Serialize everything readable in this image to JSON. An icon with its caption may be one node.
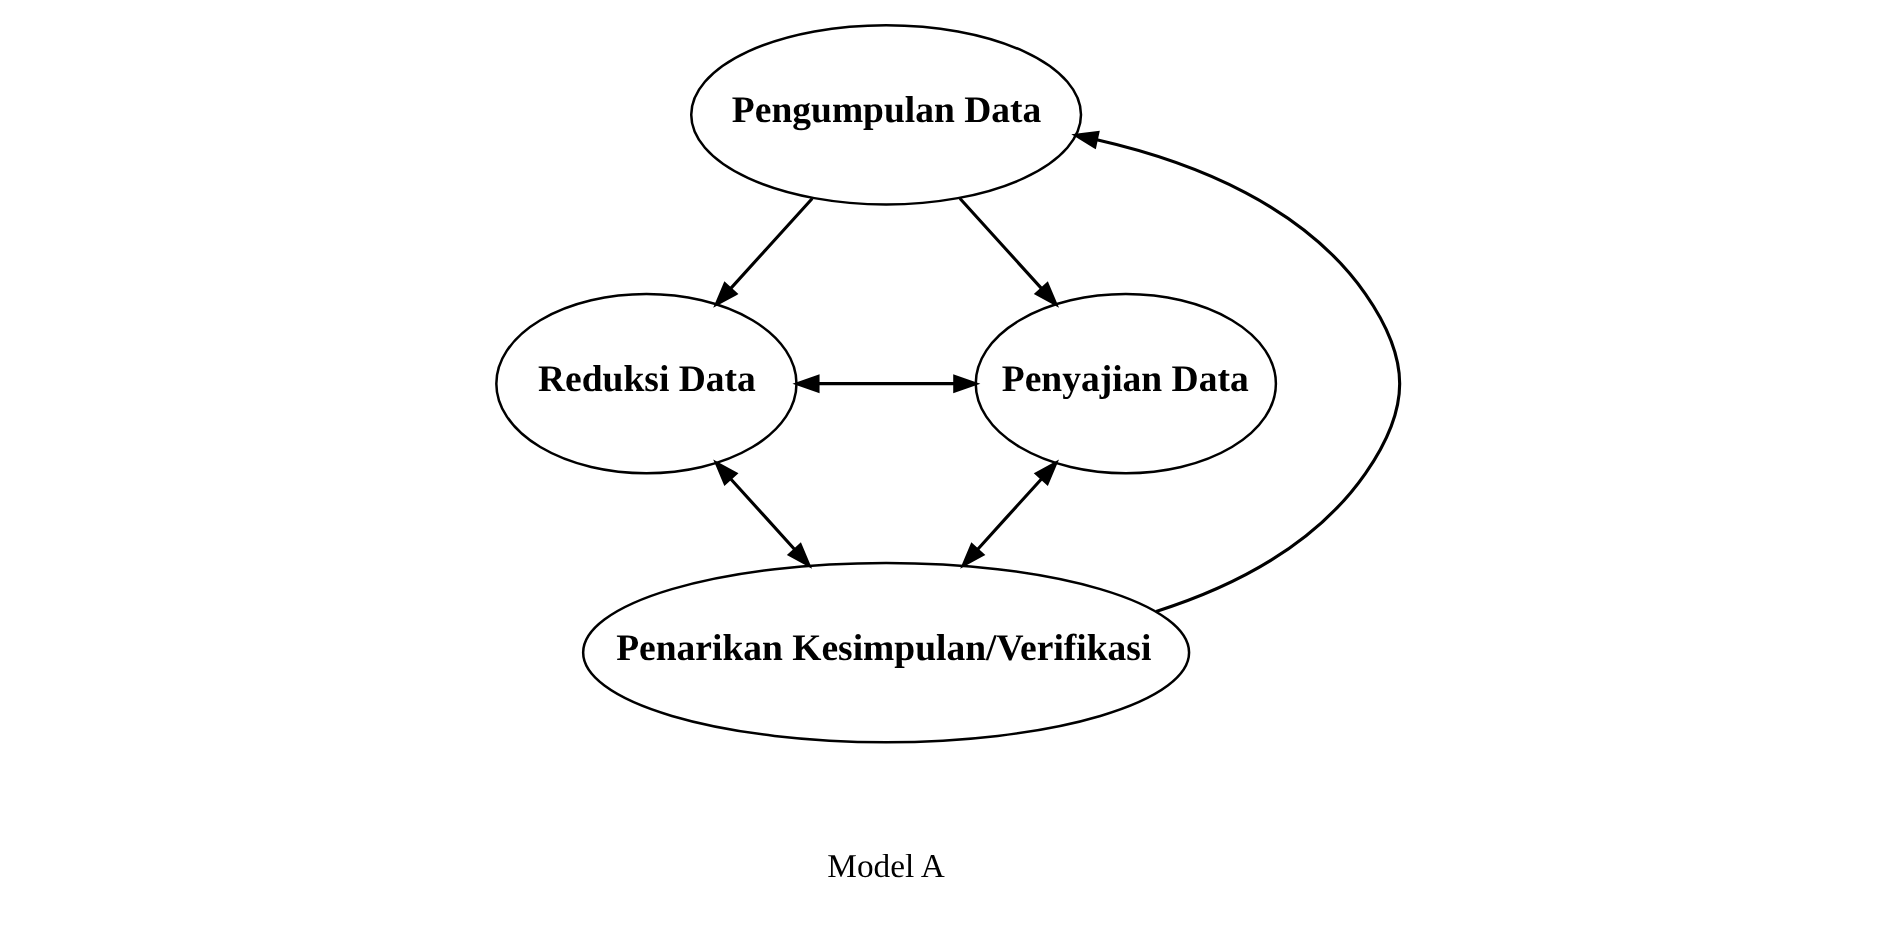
{
  "diagram": {
    "nodes": [
      {
        "text": [
          "Pengumpulan Data"
        ]
      },
      {
        "text": [
          "Reduksi Data"
        ]
      },
      {
        "text": [
          "Penyajian Data"
        ]
      },
      {
        "text": [
          "Penarikan Kesimpulan/Verifikasi"
        ]
      }
    ],
    "edges": [
      {
        "from": 0,
        "to": 1,
        "arrow": "to"
      },
      {
        "from": 0,
        "to": 2,
        "arrow": "to"
      },
      {
        "from": 1,
        "to": 2,
        "arrow": "both"
      },
      {
        "from": 1,
        "to": 3,
        "arrow": "both"
      },
      {
        "from": 2,
        "to": 3,
        "arrow": "both"
      },
      {
        "from": 3,
        "to": 0,
        "arrow": "to"
      }
    ],
    "labels": [
      "Model A"
    ]
  }
}
